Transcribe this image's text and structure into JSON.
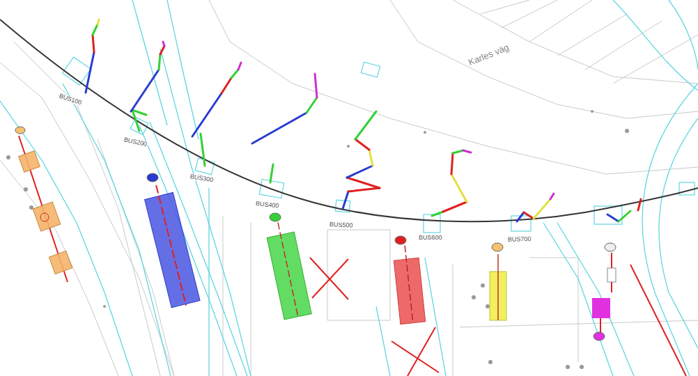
{
  "diagram": {
    "labels": [
      "BUS100",
      "BUS200",
      "BUS300",
      "BUS400",
      "BUS500",
      "BUS600",
      "BUS700",
      "Karles väg"
    ]
  }
}
